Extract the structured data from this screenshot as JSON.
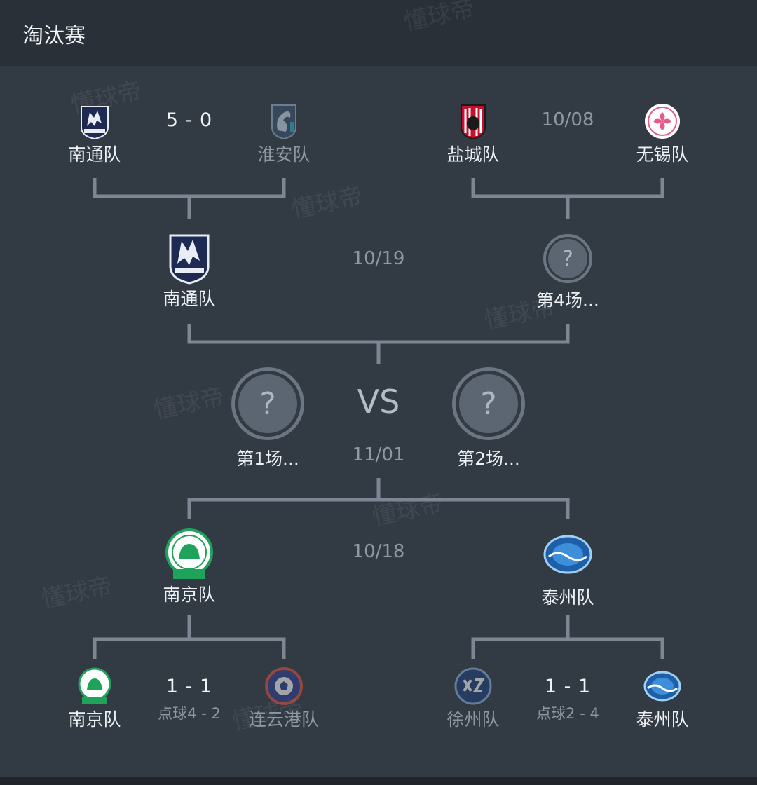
{
  "header": {
    "title": "淘汰赛"
  },
  "watermark": "懂球帝",
  "round1": {
    "match_a": {
      "home": {
        "name": "南通队",
        "logo_icon": "nantong-wolf-icon"
      },
      "away": {
        "name": "淮安队",
        "logo_icon": "huaian-dragon-icon"
      },
      "score": "5 - 0"
    },
    "match_b": {
      "home": {
        "name": "盐城队",
        "logo_icon": "yancheng-elk-icon"
      },
      "away": {
        "name": "无锡队",
        "logo_icon": "wuxi-flower-icon"
      },
      "date": "10/08"
    },
    "match_c": {
      "home": {
        "name": "南京队",
        "logo_icon": "nanjing-lion-icon"
      },
      "away": {
        "name": "连云港队",
        "logo_icon": "lianyungang-ball-icon"
      },
      "score": "1 - 1",
      "penalties": "点球4 - 2"
    },
    "match_d": {
      "home": {
        "name": "徐州队",
        "logo_icon": "xuzhou-xz-icon"
      },
      "away": {
        "name": "泰州队",
        "logo_icon": "taizhou-wave-icon"
      },
      "score": "1 - 1",
      "penalties": "点球2 - 4"
    }
  },
  "semis": {
    "top": {
      "home": {
        "name": "南通队",
        "logo_icon": "nantong-wolf-icon"
      },
      "away": {
        "name": "第4场...",
        "logo_icon": "question-icon"
      },
      "date": "10/19"
    },
    "bottom": {
      "home": {
        "name": "南京队",
        "logo_icon": "nanjing-lion-icon"
      },
      "away": {
        "name": "泰州队",
        "logo_icon": "taizhou-wave-icon"
      },
      "date": "10/18"
    }
  },
  "final": {
    "home": {
      "name": "第1场...",
      "logo_icon": "question-icon"
    },
    "away": {
      "name": "第2场...",
      "logo_icon": "question-icon"
    },
    "vs": "VS",
    "date": "11/01",
    "placeholder": "?"
  },
  "colors": {
    "background": "#323a44",
    "header": "#2a3038",
    "bracket_line": "#7d8794",
    "muted_text": "#8e97a2"
  }
}
